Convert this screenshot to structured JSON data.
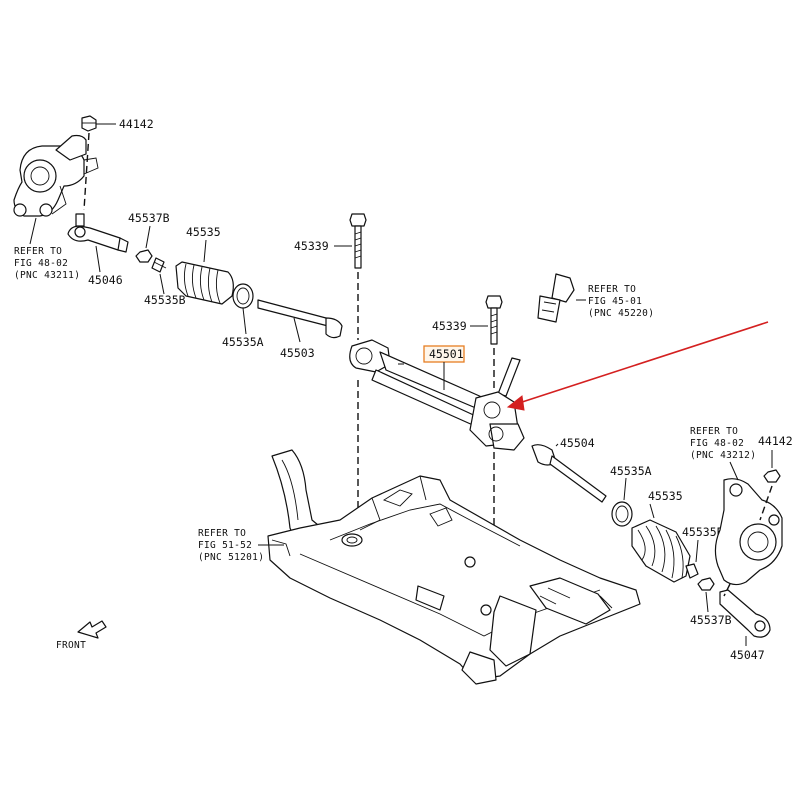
{
  "diagram": {
    "highlight_color": "#e67e22",
    "arrow_color": "#d42020",
    "part_numbers": {
      "nut_left": "44142",
      "nut_right": "44142",
      "clip_a_left": "45537B",
      "clip_a_right": "45537B",
      "clip_b_left": "45535B",
      "clip_b_right": "45535B",
      "boot_left": "45535",
      "boot_right": "45535",
      "tie_rod_end_left": "45046",
      "tie_rod_end_right": "45047",
      "band_left": "45535A",
      "band_right": "45535A",
      "tie_rod_left": "45503",
      "tie_rod_right": "45504",
      "bolt_upper": "45339",
      "bolt_lower": "45339",
      "steering_gear": "45501"
    },
    "refer_notes": {
      "knuckle_left": {
        "line1": "REFER TO",
        "line2": "FIG 48-02",
        "line3": "(PNC 43211)"
      },
      "knuckle_right": {
        "line1": "REFER TO",
        "line2": "FIG 48-02",
        "line3": "(PNC 43212)"
      },
      "intermediate_shaft": {
        "line1": "REFER TO",
        "line2": "FIG 45-01",
        "line3": "(PNC 45220)"
      },
      "crossmember": {
        "line1": "REFER TO",
        "line2": "FIG 51-52",
        "line3": "(PNC 51201)"
      }
    },
    "front_label": "FRONT",
    "icons": [
      "front-direction-arrow-icon",
      "callout-arrow-icon"
    ]
  }
}
